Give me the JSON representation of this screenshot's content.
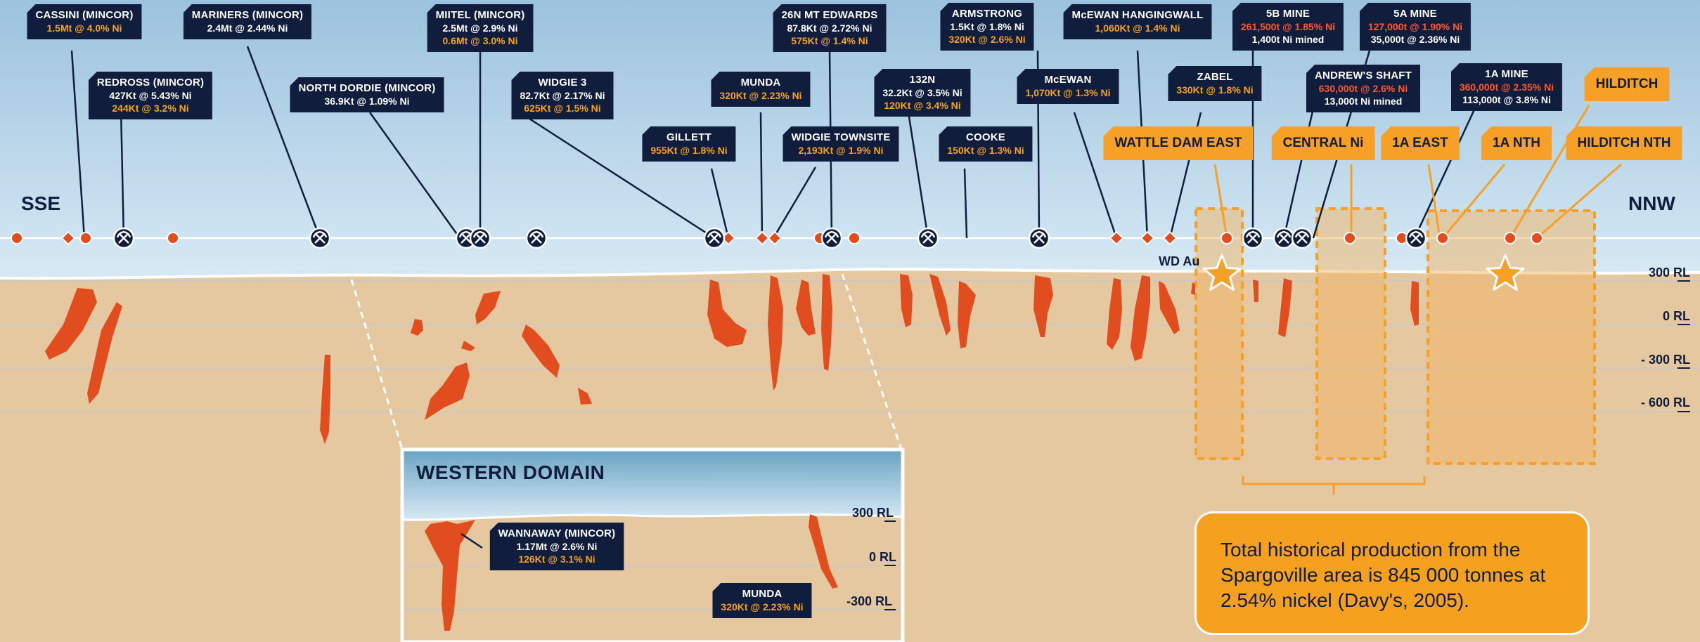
{
  "labels": {
    "cassini": {
      "name": "CASSINI (MINCOR)",
      "l1": "1.5Mt @ 4.0% Ni"
    },
    "redross": {
      "name": "REDROSS (MINCOR)",
      "l1": "427Kt @ 5.43% Ni",
      "l2": "244Kt @ 3.2% Ni"
    },
    "mariners": {
      "name": "MARINERS (MINCOR)",
      "l1": "2.4Mt @ 2.44% Ni"
    },
    "north_dordie": {
      "name": "NORTH DORDIE (MINCOR)",
      "l1": "36.9Kt @ 1.09% Ni"
    },
    "miitel": {
      "name": "MIITEL (MINCOR)",
      "l1": "2.5Mt @ 2.9% Ni",
      "l2": "0.6Mt @ 3.0% Ni"
    },
    "widgie3": {
      "name": "WIDGIE 3",
      "l1": "82.7Kt @ 2.17% Ni",
      "l2": "625Kt @ 1.5% Ni"
    },
    "munda": {
      "name": "MUNDA",
      "l1": "320Kt @ 2.23% Ni"
    },
    "gillett": {
      "name": "GILLETT",
      "l1": "955Kt @ 1.8% Ni"
    },
    "mt_edwards": {
      "name": "26N MT EDWARDS",
      "l1": "87.8Kt @ 2.72% Ni",
      "l2": "575Kt @ 1.4% Ni"
    },
    "widgie_townsite": {
      "name": "WIDGIE TOWNSITE",
      "l1": "2,193Kt @ 1.9% Ni"
    },
    "armstrong": {
      "name": "ARMSTRONG",
      "l1": "1.5Kt @ 1.8% Ni",
      "l2": "320Kt @ 2.6% Ni"
    },
    "n132": {
      "name": "132N",
      "l1": "32.2Kt @ 3.5% Ni",
      "l2": "120Kt @ 3.4% Ni"
    },
    "cooke": {
      "name": "COOKE",
      "l1": "150Kt @ 1.3% Ni"
    },
    "mcewan_hw": {
      "name": "McEWAN HANGINGWALL",
      "l1": "1,060Kt @ 1.4% Ni"
    },
    "mcewan": {
      "name": "McEWAN",
      "l1": "1,070Kt @ 1.3% Ni"
    },
    "zabel": {
      "name": "ZABEL",
      "l1": "330Kt @ 1.8% Ni"
    },
    "mine5b": {
      "name": "5B MINE",
      "l1": "261,500t @ 1.85% Ni",
      "l2": "1,400t Ni mined"
    },
    "mine5a": {
      "name": "5A MINE",
      "l1": "127,000t @ 1.90% Ni",
      "l2": "35,000t @ 2.36% Ni"
    },
    "andrews": {
      "name": "ANDREW'S SHAFT",
      "l1": "630,000t @ 2.6% Ni",
      "l2": "13,000t Ni mined"
    },
    "mine1a": {
      "name": "1A MINE",
      "l1": "360,000t @ 2.35% Ni",
      "l2": "113,000t @ 3.8% Ni"
    }
  },
  "targets": {
    "hilditch": "HILDITCH",
    "wattle_dam_east": "WATTLE DAM EAST",
    "central_ni": "CENTRAL Ni",
    "east_1a": "1A EAST",
    "nth_1a": "1A NTH",
    "hilditch_nth": "HILDITCH NTH"
  },
  "sides": {
    "left": "SSE",
    "right": "NNW"
  },
  "wd_au": "WD Au",
  "rl_levels": [
    "300 RL",
    "0 RL",
    "- 300 RL",
    "- 600 RL"
  ],
  "inset": {
    "title": "WESTERN DOMAIN",
    "wannaway": {
      "name": "WANNAWAY (MINCOR)",
      "l1": "1.17Mt @ 2.6% Ni",
      "l2": "126Kt @ 3.1% Ni"
    },
    "munda": {
      "name": "MUNDA",
      "l1": "320Kt @ 2.23% Ni"
    },
    "rl_levels": [
      "300 RL",
      "0 RL",
      "-300 RL"
    ]
  },
  "note": "Total historical production from the Spargoville area is 845 000 tonnes at 2.54% nickel (Davy's, 2005).",
  "colors": {
    "navy": "#111d3d",
    "orange": "#f6a028",
    "ore": "#e14d1e",
    "red_text": "#ff5a2a",
    "gold_text": "#f5a41c",
    "ground": "#e5c7a0",
    "sky_top": "#9fc4df",
    "sky_bottom": "#d4e7f3"
  },
  "icons": [
    "mine-shaft-icon",
    "prospect-diamond-icon",
    "drill-dot-icon",
    "gold-star-icon"
  ]
}
